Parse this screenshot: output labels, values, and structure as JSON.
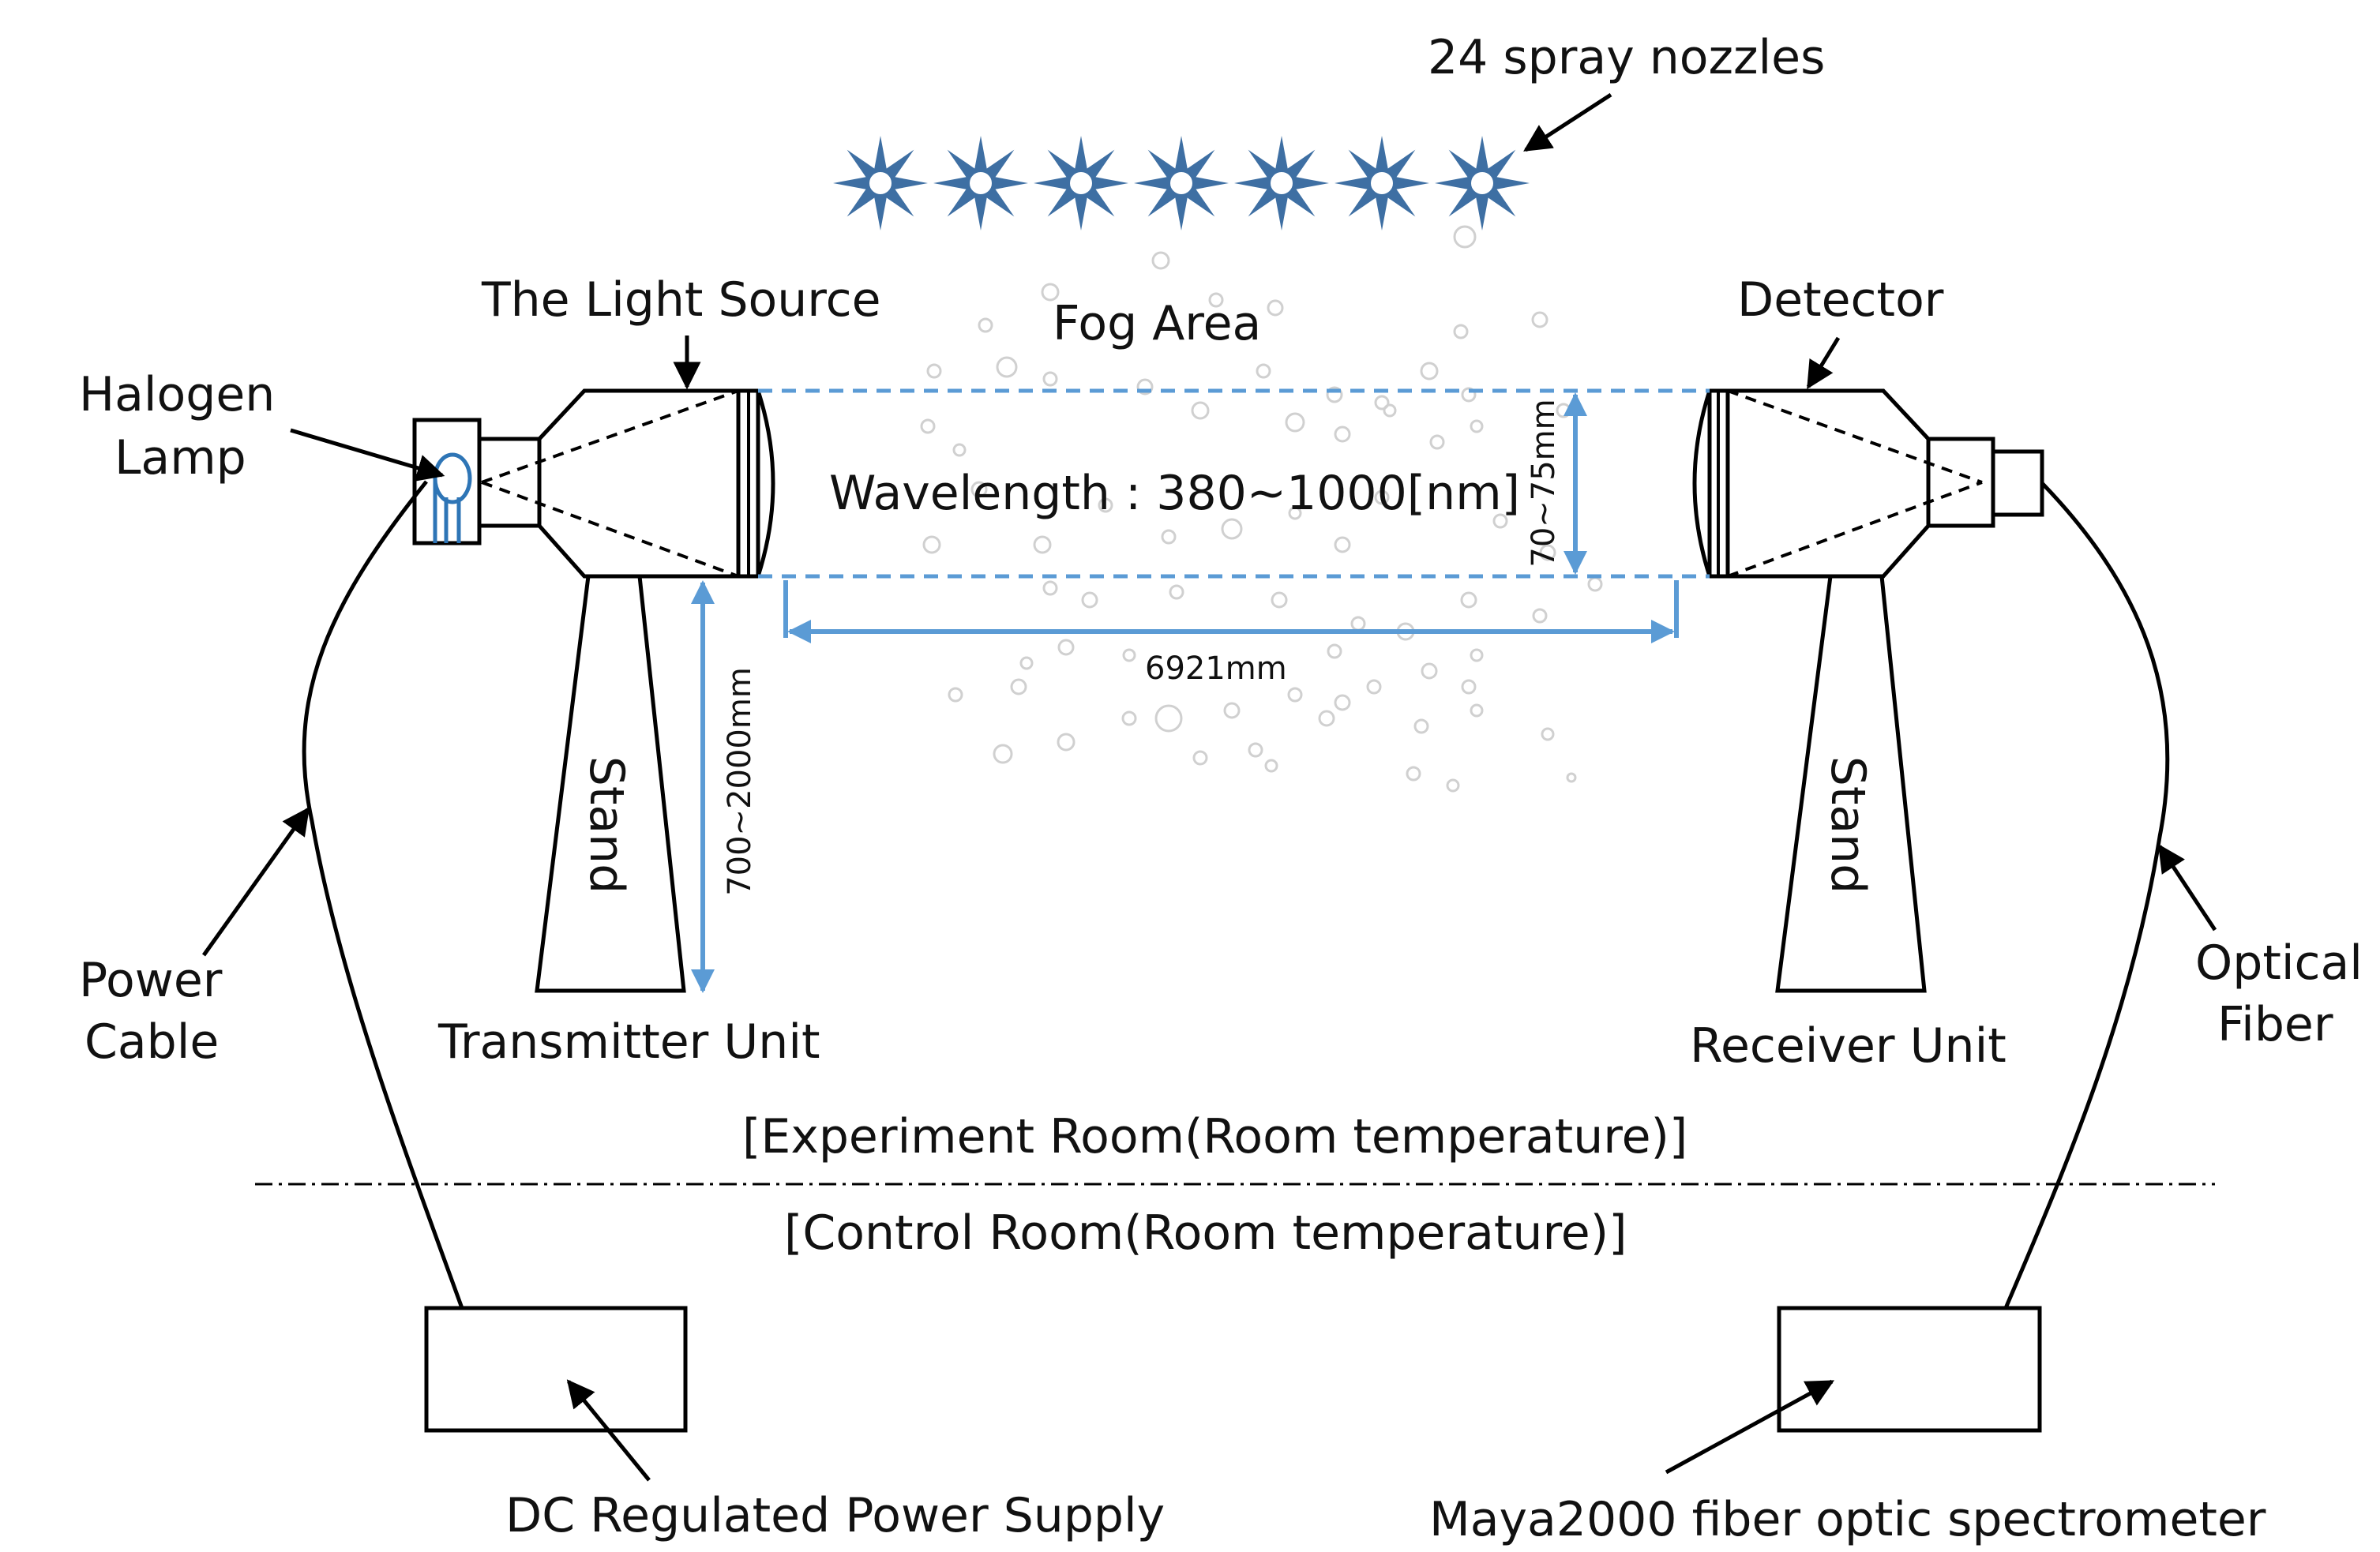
{
  "labels": {
    "nozzles": "24 spray nozzles",
    "light_source": "The Light Source",
    "fog_area": "Fog Area",
    "detector": "Detector",
    "halogen_lamp_line1": "Halogen",
    "halogen_lamp_line2": "Lamp",
    "wavelength": "Wavelength : 380~1000[nm]",
    "beam_diameter": "70~75mm",
    "height": "700~2000mm",
    "distance": "6921mm",
    "stand_left": "Stand",
    "stand_right": "Stand",
    "transmitter_unit": "Transmitter Unit",
    "receiver_unit": "Receiver Unit",
    "power_cable_line1": "Power",
    "power_cable_line2": "Cable",
    "optical_fiber_line1": "Optical",
    "optical_fiber_line2": "Fiber",
    "experiment_room": "[Experiment Room(Room temperature)]",
    "control_room": "[Control Room(Room temperature)]",
    "power_supply": "DC Regulated Power Supply",
    "spectrometer": "Maya2000 fiber optic spectrometer"
  },
  "nozzle_count_shown": 7,
  "colors": {
    "nozzle": "#3e6fa3",
    "beam": "#5b9bd5",
    "bubble": "#d0d0d0",
    "lamp": "#2e75b6"
  }
}
